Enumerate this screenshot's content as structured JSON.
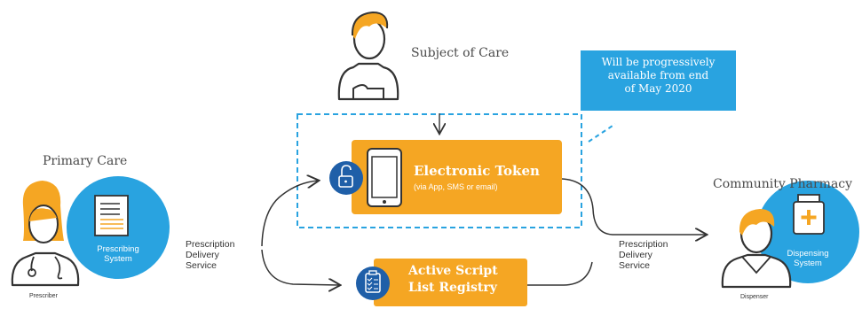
{
  "diagram": {
    "subject_of_care": "Subject of Care",
    "primary_care": "Primary Care",
    "community_pharmacy": "Community Pharmacy",
    "prescribing_system": [
      "Prescribing",
      "System"
    ],
    "dispensing_system": [
      "Dispensing",
      "System"
    ],
    "prescriber": "Prescriber",
    "dispenser": "Dispenser",
    "prescription_delivery_service_left": [
      "Prescription",
      "Delivery",
      "Service"
    ],
    "prescription_delivery_service_right": [
      "Prescription",
      "Delivery",
      "Service"
    ],
    "electronic_token": {
      "title": "Electronic Token",
      "subtitle": "(via App, SMS or email)"
    },
    "active_script": [
      "Active Script",
      "List Registry"
    ],
    "note": [
      "Will be progressively",
      "available from end",
      "of May 2020"
    ]
  },
  "colors": {
    "orange": "#f5a623",
    "blue": "#29a3e0",
    "dark_blue": "#1f5fa8",
    "outline": "#333333"
  },
  "icons": [
    "person-icon",
    "document-icon",
    "tablet-icon",
    "unlock-icon",
    "clipboard-icon",
    "medicine-bottle-icon",
    "stethoscope-icon"
  ]
}
